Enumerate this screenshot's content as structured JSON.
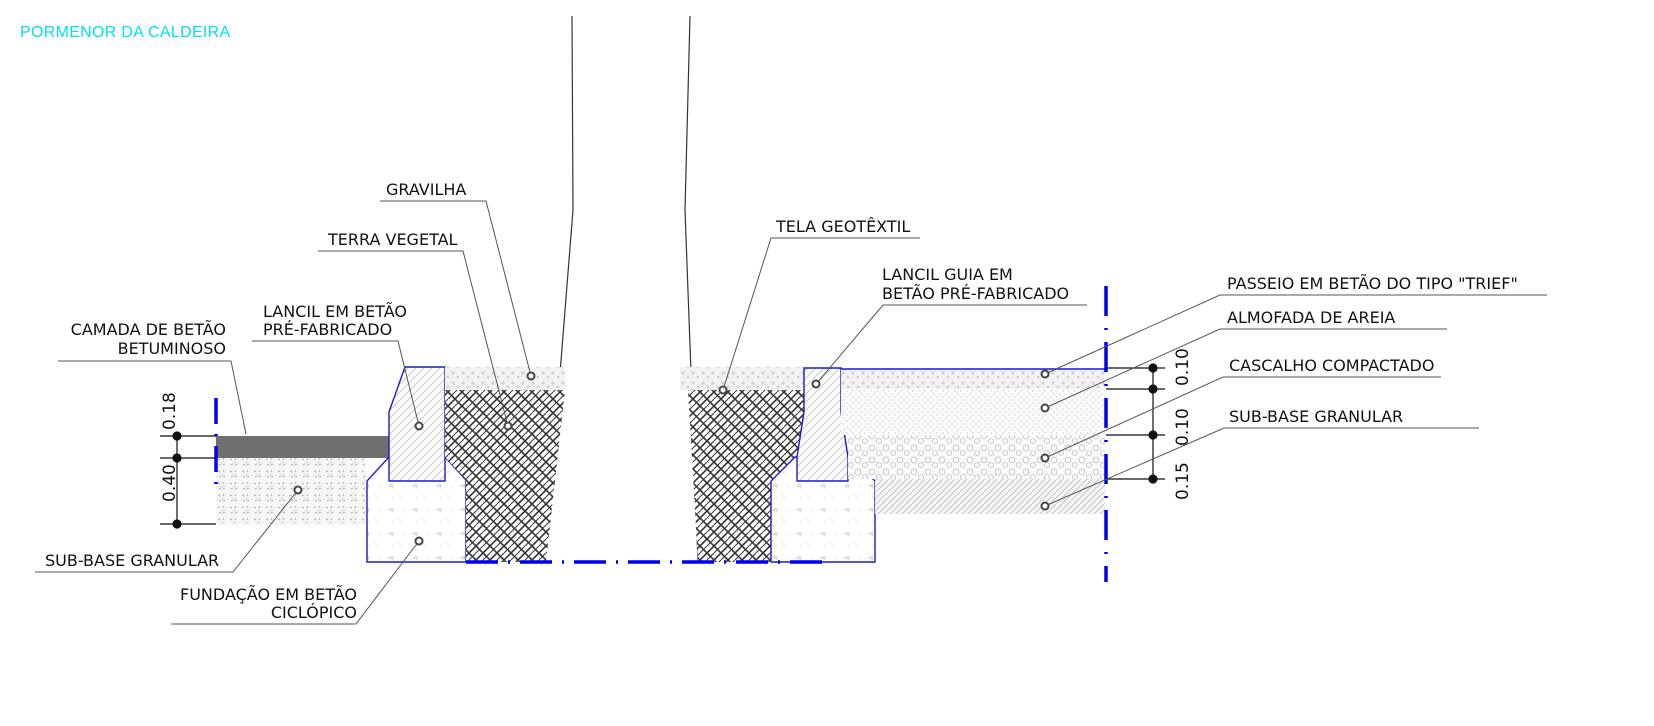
{
  "title": "PORMENOR DA CALDEIRA",
  "labels": {
    "gravilha": "GRAVILHA",
    "terra_vegetal": "TERRA VEGETAL",
    "lancil_betao_1": "LANCIL EM BETÃO",
    "lancil_betao_2": "PRÉ-FABRICADO",
    "camada_1": "CAMADA DE BETÃO",
    "camada_2": "BETUMINOSO",
    "sub_base_left": "SUB-BASE GRANULAR",
    "fundacao_1": "FUNDAÇÃO EM BETÃO",
    "fundacao_2": "CICLÓPICO",
    "tela": "TELA GEOTÊXTIL",
    "lancil_guia_1": "LANCIL GUIA EM",
    "lancil_guia_2": "BETÃO PRÉ-FABRICADO",
    "passeio": "PASSEIO EM BETÃO DO TIPO \"TRIEF\"",
    "almofada": "ALMOFADA DE AREIA",
    "cascalho": "CASCALHO COMPACTADO",
    "sub_base_right": "SUB-BASE GRANULAR"
  },
  "dims": {
    "left_top": "0.18",
    "left_bottom": "0.40",
    "right_top": "0.10",
    "right_mid": "0.10",
    "right_bottom": "0.15"
  },
  "colors": {
    "title": "#00e0f0",
    "outline": "#1a1acc",
    "axis": "#0000ee",
    "asphalt": "#707070"
  }
}
